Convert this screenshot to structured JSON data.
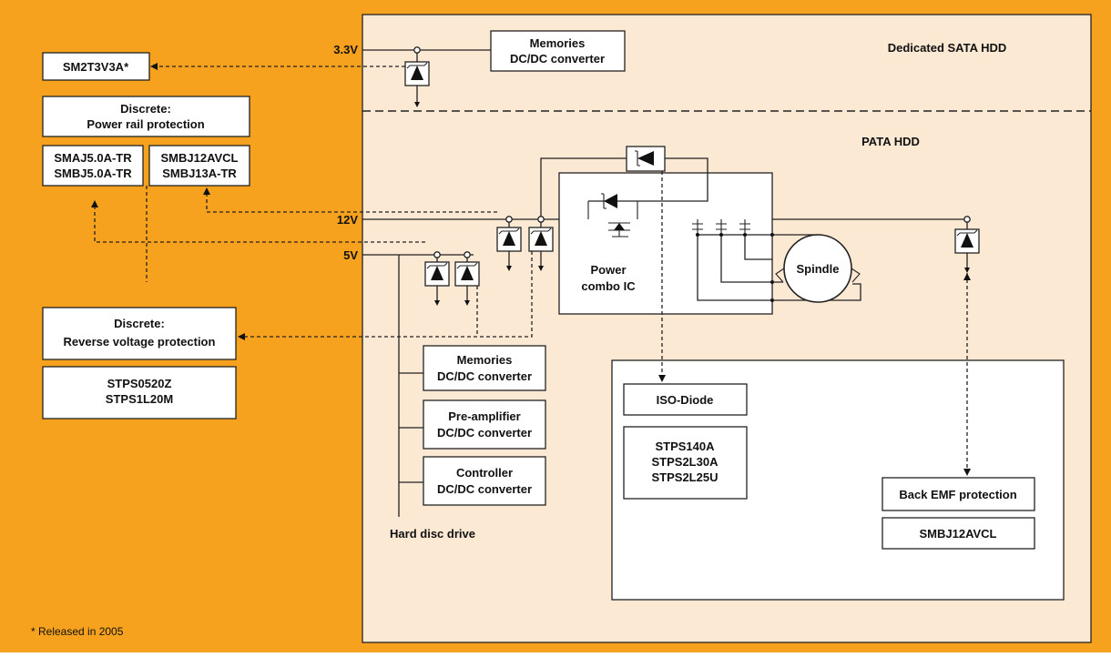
{
  "colors": {
    "background": "#F7A21E",
    "panel": "#FCE9D3",
    "box": "#FFFFFF",
    "line": "#222222"
  },
  "labels": {
    "rail_33v": "3.3V",
    "rail_12v": "12V",
    "rail_5v": "5V",
    "dedicated_sata": "Dedicated SATA HDD",
    "pata": "PATA HDD",
    "hard_disc_drive": "Hard disc drive",
    "power_combo_line1": "Power",
    "power_combo_line2": "combo IC",
    "spindle": "Spindle",
    "footnote": "*  Released in 2005"
  },
  "boxes": {
    "sm2t3v3a": [
      "SM2T3V3A*"
    ],
    "power_rail_protection": [
      "Discrete:",
      "Power rail protection"
    ],
    "smaj_parts": [
      "SMAJ5.0A-TR",
      "SMBJ5.0A-TR"
    ],
    "smbj_parts": [
      "SMBJ12AVCL",
      "SMBJ13A-TR"
    ],
    "reverse_voltage_protection": [
      "Discrete:",
      "Reverse voltage protection"
    ],
    "stps_schottky_parts": [
      "STPS0520Z",
      "STPS1L20M"
    ],
    "memories_33v": [
      "Memories",
      "DC/DC converter"
    ],
    "memories_5v": [
      "Memories",
      "DC/DC converter"
    ],
    "preamplifier": [
      "Pre-amplifier",
      "DC/DC converter"
    ],
    "controller": [
      "Controller",
      "DC/DC converter"
    ],
    "iso_diode": [
      "ISO-Diode"
    ],
    "iso_diode_parts": [
      "STPS140A",
      "STPS2L30A",
      "STPS2L25U"
    ],
    "back_emf": [
      "Back EMF protection"
    ],
    "back_emf_parts": [
      "SMBJ12AVCL"
    ]
  },
  "icons": {
    "tvs_diode": "tvs-diode-icon",
    "iso_diode": "iso-diode-icon",
    "mosfet": "mosfet-icon",
    "motor": "spindle-motor-icon"
  }
}
